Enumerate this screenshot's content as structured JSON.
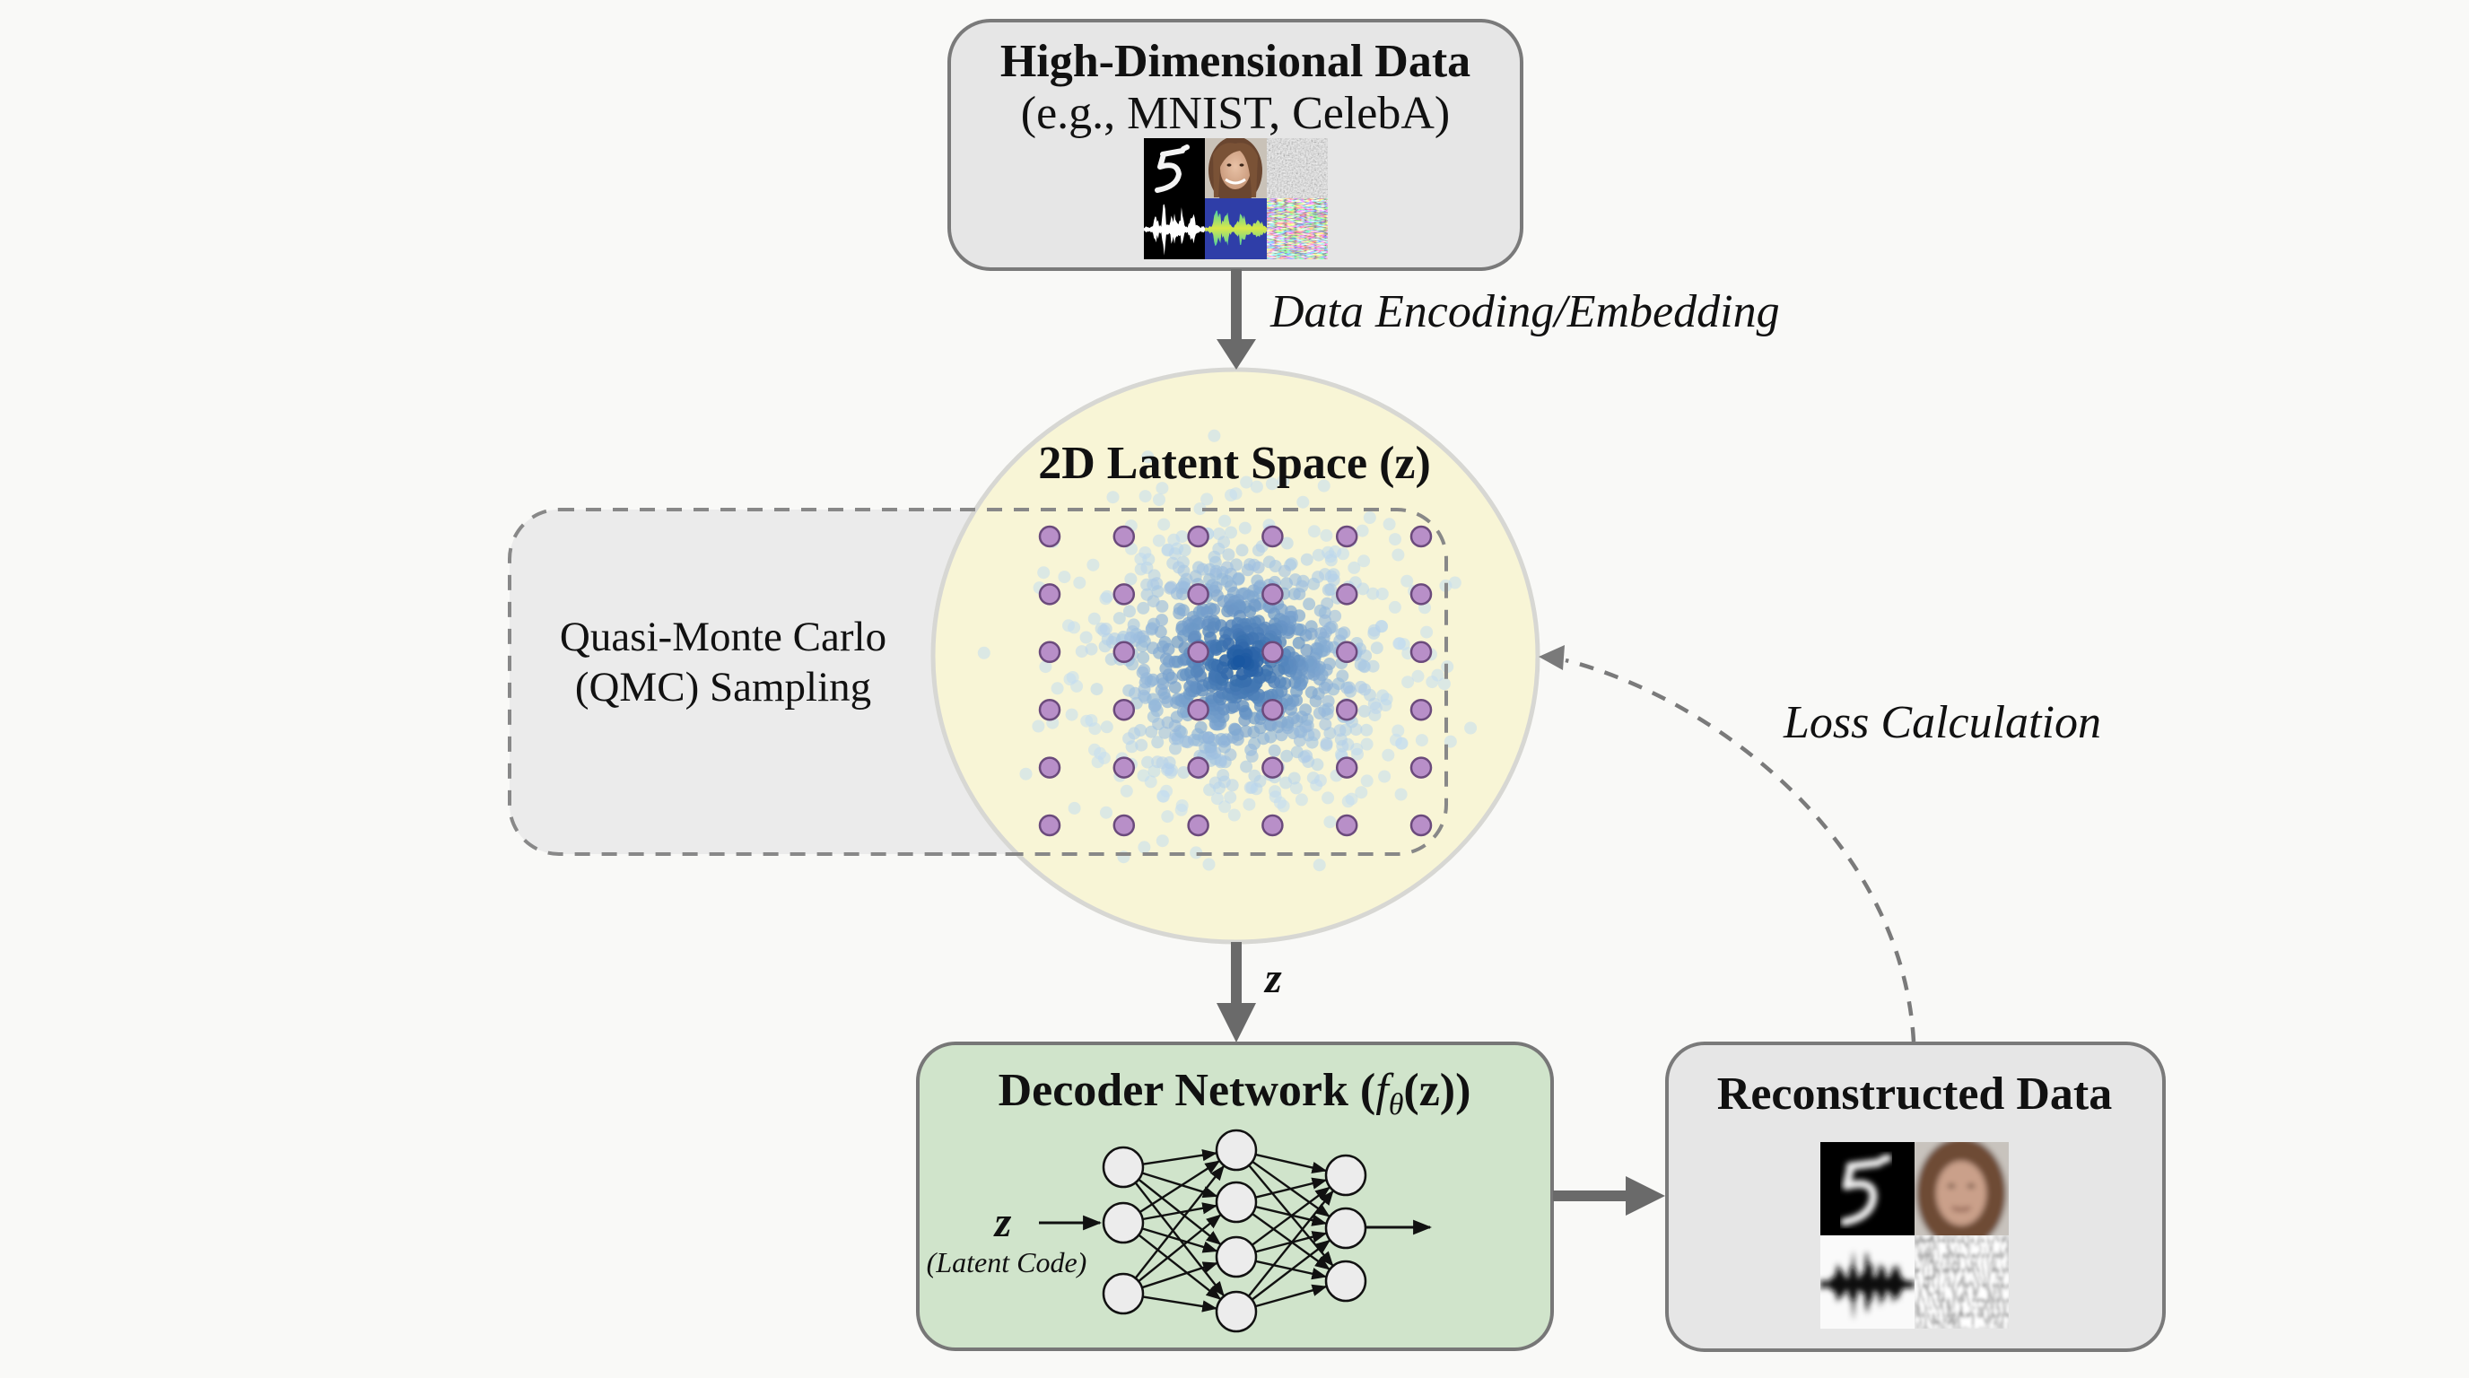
{
  "nodes": {
    "input_data": {
      "title": "High-Dimensional Data",
      "subtitle": "(e.g., MNIST, CelebA)",
      "thumbnails": [
        "mnist-digit",
        "celeba-face",
        "gray-texture",
        "audio-waveform",
        "spectrogram-waveform",
        "color-texture"
      ]
    },
    "latent_space": {
      "title": "2D Latent Space (z)",
      "qmc_grid": {
        "rows": 6,
        "cols": 6
      }
    },
    "qmc_sampling": {
      "line1": "Quasi-Monte Carlo",
      "line2": "(QMC) Sampling"
    },
    "decoder": {
      "title_prefix": "Decoder Network (",
      "title_func": "f",
      "title_sub": "θ",
      "title_suffix": "(z))",
      "input_symbol": "z",
      "input_caption": "(Latent Code)",
      "layers": [
        3,
        4,
        3
      ]
    },
    "reconstructed": {
      "title": "Reconstructed Data",
      "thumbnails": [
        "mnist-digit-blurred",
        "celeba-face-blurred",
        "audio-waveform-blurred",
        "gray-texture-blurred"
      ]
    }
  },
  "edges": {
    "encoding_label": "Data Encoding/Embedding",
    "z_label": "z",
    "loss_label": "Loss Calculation"
  },
  "colors": {
    "background": "#f9f9f7",
    "box_gray": "#e6e6e6",
    "box_border": "#7a7a7a",
    "latent_fill": "#f8f5d6",
    "decoder_green": "#d0e4cb",
    "qmc_point": "#b88fc8",
    "qmc_point_stroke": "#6b4a7c",
    "sample_light": "#c3ddf1",
    "sample_dark": "#17549e",
    "arrow": "#6a6a6a"
  }
}
